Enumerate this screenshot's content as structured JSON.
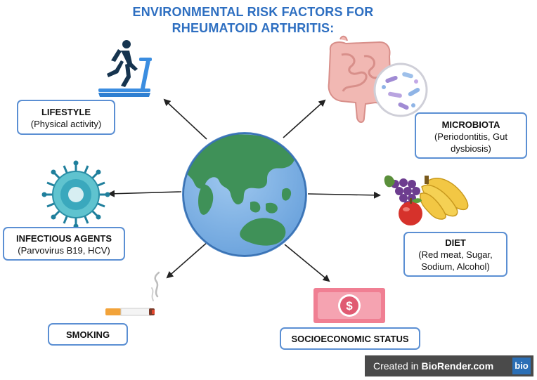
{
  "title": {
    "line1": "ENVIRONMENTAL RISK  FACTORS FOR",
    "line2": "RHEUMATOID ARTHRITIS:"
  },
  "factors": {
    "lifestyle": {
      "heading": "LIFESTYLE",
      "detail": "(Physical activity)"
    },
    "microbiota": {
      "heading": "MICROBIOTA",
      "detail1": "(Periodontitis, Gut",
      "detail2": "dysbiosis)"
    },
    "infectious": {
      "heading": "INFECTIOUS AGENTS",
      "detail": "(Parvovirus B19, HCV)"
    },
    "diet": {
      "heading": "DIET",
      "detail1": "(Red meat, Sugar,",
      "detail2": "Sodium, Alcohol)"
    },
    "smoking": {
      "heading": "SMOKING"
    },
    "ses": {
      "heading": "SOCIOECONOMIC STATUS"
    }
  },
  "icons": {
    "money_symbol": "$"
  },
  "watermark": {
    "prefix": "Created in ",
    "brand": "BioRender.com",
    "logo": "bio"
  },
  "colors": {
    "title": "#2e6fc1",
    "box_border": "#5b8fd3",
    "ocean": "#7fb3e6",
    "land": "#3f9158",
    "arrow": "#222222"
  }
}
